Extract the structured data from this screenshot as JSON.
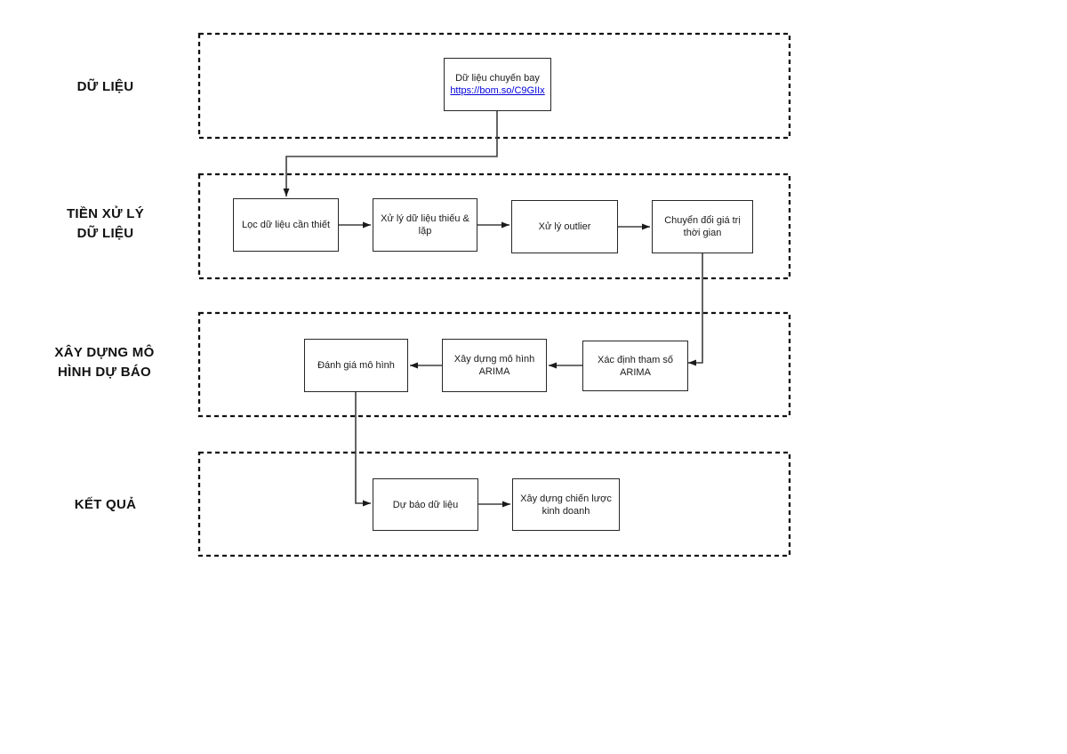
{
  "sections": [
    {
      "label": "DỮ LIỆU"
    },
    {
      "label": "TIỀN XỬ LÝ\nDỮ LIỆU"
    },
    {
      "label": "XÂY DỰNG MÔ\nHÌNH DỰ BÁO"
    },
    {
      "label": "KẾT QUẢ"
    }
  ],
  "boxes": {
    "flight_data": {
      "title": "Dữ liệu chuyến bay",
      "link": "https://bom.so/C9GIIx"
    },
    "filter": "Lọc dữ liệu cần thiết",
    "missing_dup": "Xử lý dữ liệu thiếu &\nlặp",
    "outlier": "Xử lý outlier",
    "convert_time": "Chuyển đổi giá trị\nthời gian",
    "evaluate": "Đánh giá mô hình",
    "build_arima": "Xây dựng mô hình\nARIMA",
    "params_arima": "Xác định tham số\nARIMA",
    "forecast": "Dự báo dữ liệu",
    "strategy": "Xây dựng chiến lược\nkinh doanh"
  },
  "colors": {
    "link_blue": "#0000dd",
    "connector": "#3f3f3f",
    "dashed_border": "#111111",
    "box_border": "#262626"
  }
}
